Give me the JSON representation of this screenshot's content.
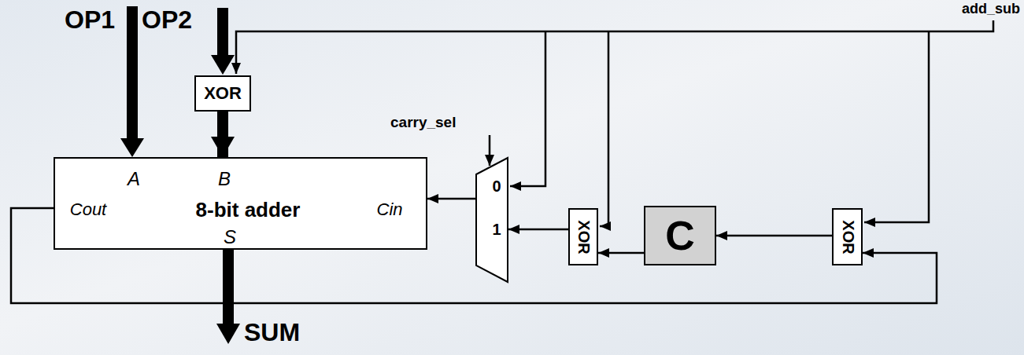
{
  "diagram": {
    "nodes": [
      {
        "text": [
          "XOR"
        ]
      },
      {
        "text": [
          "A",
          "B",
          "Cout",
          "8-bit adder",
          "Cin",
          "S"
        ]
      },
      {
        "text": [
          "0",
          "1"
        ]
      },
      {
        "text": [
          "XOR"
        ]
      },
      {
        "text": [
          "C"
        ]
      },
      {
        "text": [
          "XOR"
        ]
      }
    ],
    "edges": [
      {
        "from": 0,
        "to": 1,
        "arrow": "to"
      },
      {
        "from": 2,
        "to": 1,
        "arrow": "to"
      },
      {
        "from": 3,
        "to": 2,
        "arrow": "to"
      },
      {
        "from": 4,
        "to": 3,
        "arrow": "to"
      },
      {
        "from": 5,
        "to": 4,
        "arrow": "to"
      },
      {
        "from": 1,
        "to": 5,
        "arrow": "to"
      }
    ],
    "labels": [
      "OP1",
      "OP2",
      "add_sub",
      "carry_sel",
      "SUM"
    ]
  }
}
